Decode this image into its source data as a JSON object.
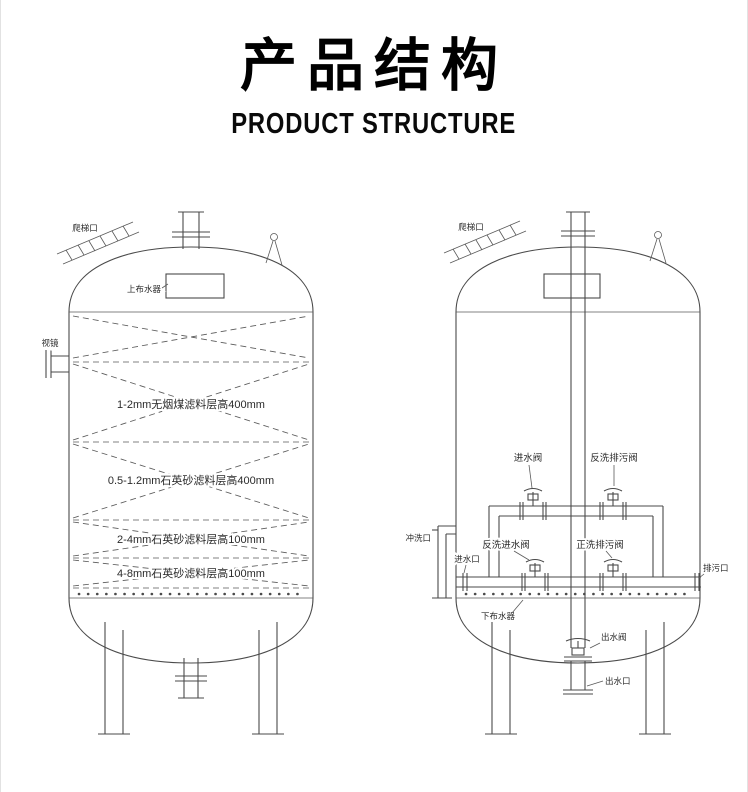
{
  "header": {
    "title": "产品结构",
    "subtitle": "PRODUCT STRUCTURE"
  },
  "left_tank": {
    "labels": {
      "ladder_port": "爬梯口",
      "upper_distributor": "上布水器",
      "sight_glass": "视镜",
      "layer_1": "1-2mm无烟煤滤料层高400mm",
      "layer_2": "0.5-1.2mm石英砂滤料层高400mm",
      "layer_3": "2-4mm石英砂滤料层高100mm",
      "layer_4": "4-8mm石英砂滤料层高100mm"
    }
  },
  "right_tank": {
    "labels": {
      "ladder_port": "爬梯口",
      "inlet_valve": "进水阀",
      "backwash_drain_valve": "反洗排污阀",
      "backwash_inlet_valve": "反洗进水阀",
      "rinse_drain_valve": "正洗排污阀",
      "flush_port": "冲洗口",
      "inlet_port": "进水口",
      "drain_port": "排污口",
      "lower_distributor": "下布水器",
      "outlet_valve": "出水阀",
      "outlet_port": "出水口"
    }
  }
}
